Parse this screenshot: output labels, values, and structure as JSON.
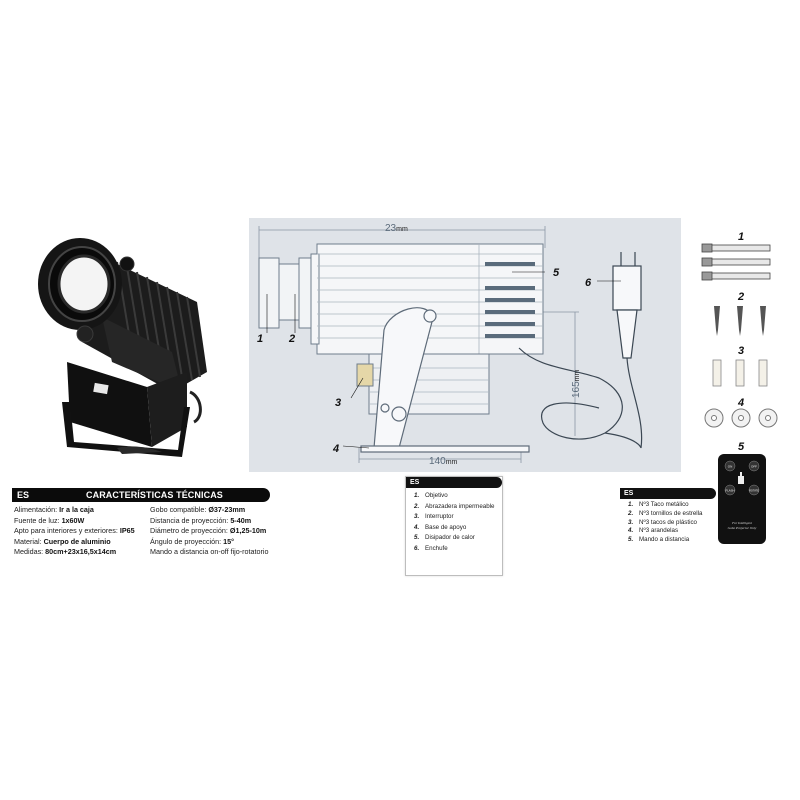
{
  "diagram": {
    "dims": {
      "length": "23",
      "length_unit": "mm",
      "height": "165",
      "height_unit": "mm",
      "base": "140",
      "base_unit": "mm"
    },
    "callouts": [
      "1",
      "2",
      "3",
      "4",
      "5",
      "6"
    ]
  },
  "accessories": {
    "numbers": [
      "1",
      "2",
      "3",
      "4",
      "5"
    ],
    "remote": {
      "buttons": [
        "ON",
        "OFF",
        "FLASH",
        "ROTATE"
      ],
      "caption_line1": "For Intelligent",
      "caption_line2": "Gobo Projector Only"
    }
  },
  "specs": {
    "lang": "ES",
    "title": "CARACTERÍSTICAS TÉCNICAS",
    "left": [
      {
        "label": "Alimentación: ",
        "value": "Ir a la caja"
      },
      {
        "label": "Fuente de luz: ",
        "value": "1x60W"
      },
      {
        "label": "Apto para interiores y exteriores: ",
        "value": "IP65"
      },
      {
        "label": "Material: ",
        "value": "Cuerpo de aluminio"
      },
      {
        "label": "Medidas: ",
        "value": "80cm+23x16,5x14cm"
      }
    ],
    "right": [
      {
        "label": "Gobo compatible: ",
        "value": "Ø37-23mm"
      },
      {
        "label": "Distancia de proyección: ",
        "value": "5-40m"
      },
      {
        "label": "Diámetro de proyección:  ",
        "value": "Ø1,25-10m"
      },
      {
        "label": "Ángulo de proyección: ",
        "value": "15°"
      },
      {
        "label": "Mando a distancia on-off fijo-rotatorio",
        "value": ""
      }
    ]
  },
  "parts_legend": {
    "lang": "ES",
    "items": [
      {
        "num": "1.",
        "text": "Objetivo"
      },
      {
        "num": "2.",
        "text": "Abrazadera impermeable"
      },
      {
        "num": "3.",
        "text": "Interruptor"
      },
      {
        "num": "4.",
        "text": "Base de apoyo"
      },
      {
        "num": "5.",
        "text": "Disipador de calor"
      },
      {
        "num": "6.",
        "text": "Enchufe"
      }
    ]
  },
  "accessory_legend": {
    "lang": "ES",
    "items": [
      {
        "num": "1.",
        "text": "Nº3 Taco metálico"
      },
      {
        "num": "2.",
        "text": "Nº3 tornillos de estrella"
      },
      {
        "num": "3.",
        "text": "Nº3 tacos de plástico"
      },
      {
        "num": "4.",
        "text": "Nº3 arandelas"
      },
      {
        "num": "5.",
        "text": "Mando a distancia"
      }
    ]
  }
}
